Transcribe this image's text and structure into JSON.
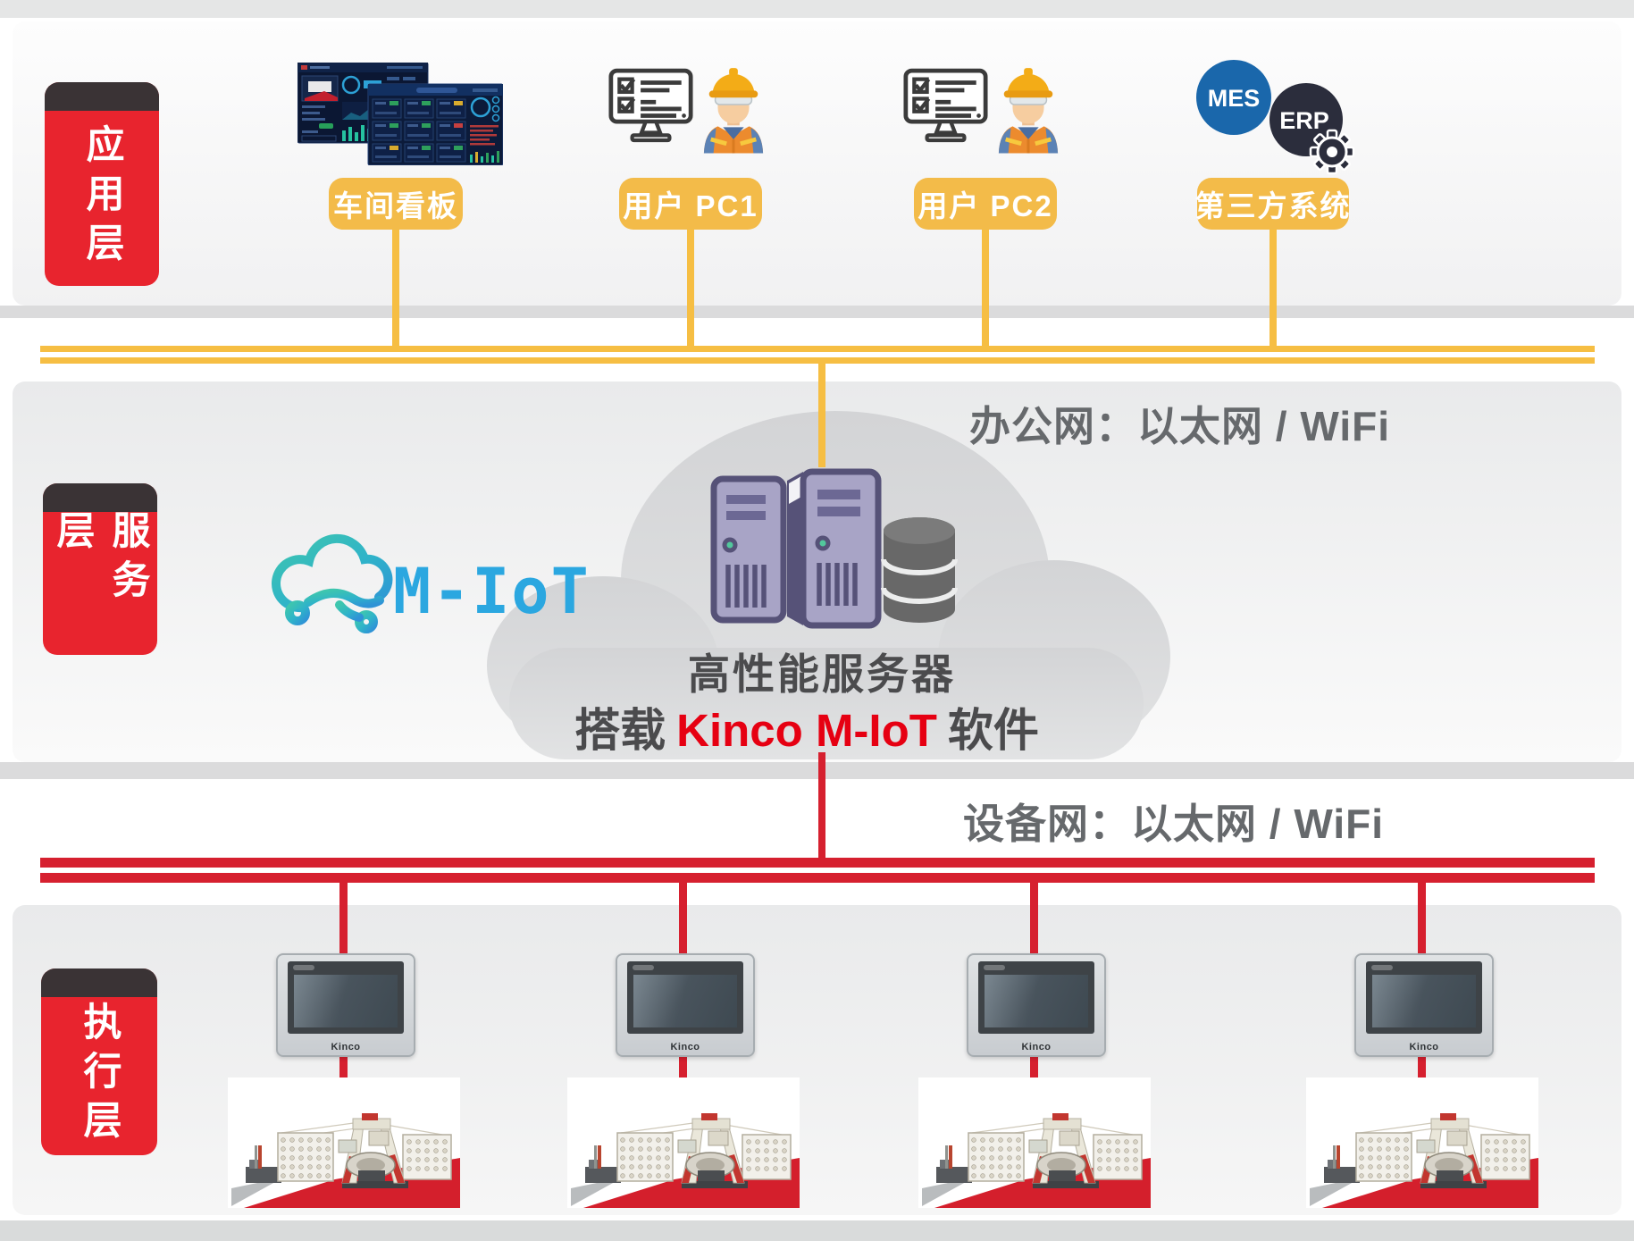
{
  "layers": {
    "application": "应用层",
    "service": "服务层",
    "execution": "执行层"
  },
  "application": {
    "dashboard_label": "车间看板",
    "pc1_label": "用户 PC1",
    "pc2_label": "用户 PC2",
    "third_party_label": "第三方系统",
    "mes": "MES",
    "erp": "ERP"
  },
  "service": {
    "office_network": "办公网：以太网 / WiFi",
    "logo_text": "M-IoT",
    "server_title": "高性能服务器",
    "server_sub_prefix": "搭载",
    "server_sub_highlight": "Kinco M-IoT",
    "server_sub_suffix": "软件"
  },
  "execution": {
    "device_network": "设备网：以太网 / WiFi",
    "hmi_brand": "Kinco"
  },
  "colors": {
    "bus_yellow": "#f6be43",
    "badge_yellow": "#f3bb49",
    "bus_red": "#d6202f",
    "layer_pill_red": "#e8242e",
    "layer_pill_cap": "#3a3335",
    "mes_blue": "#1a67ab",
    "erp_dark": "#2b2d3c",
    "logo_blue": "#2ba7e0",
    "kinco_red": "#e60012",
    "network_text_gray": "#66696c",
    "server_purple": "#a8a4c6",
    "cloud_gray": "#d7d8da"
  }
}
